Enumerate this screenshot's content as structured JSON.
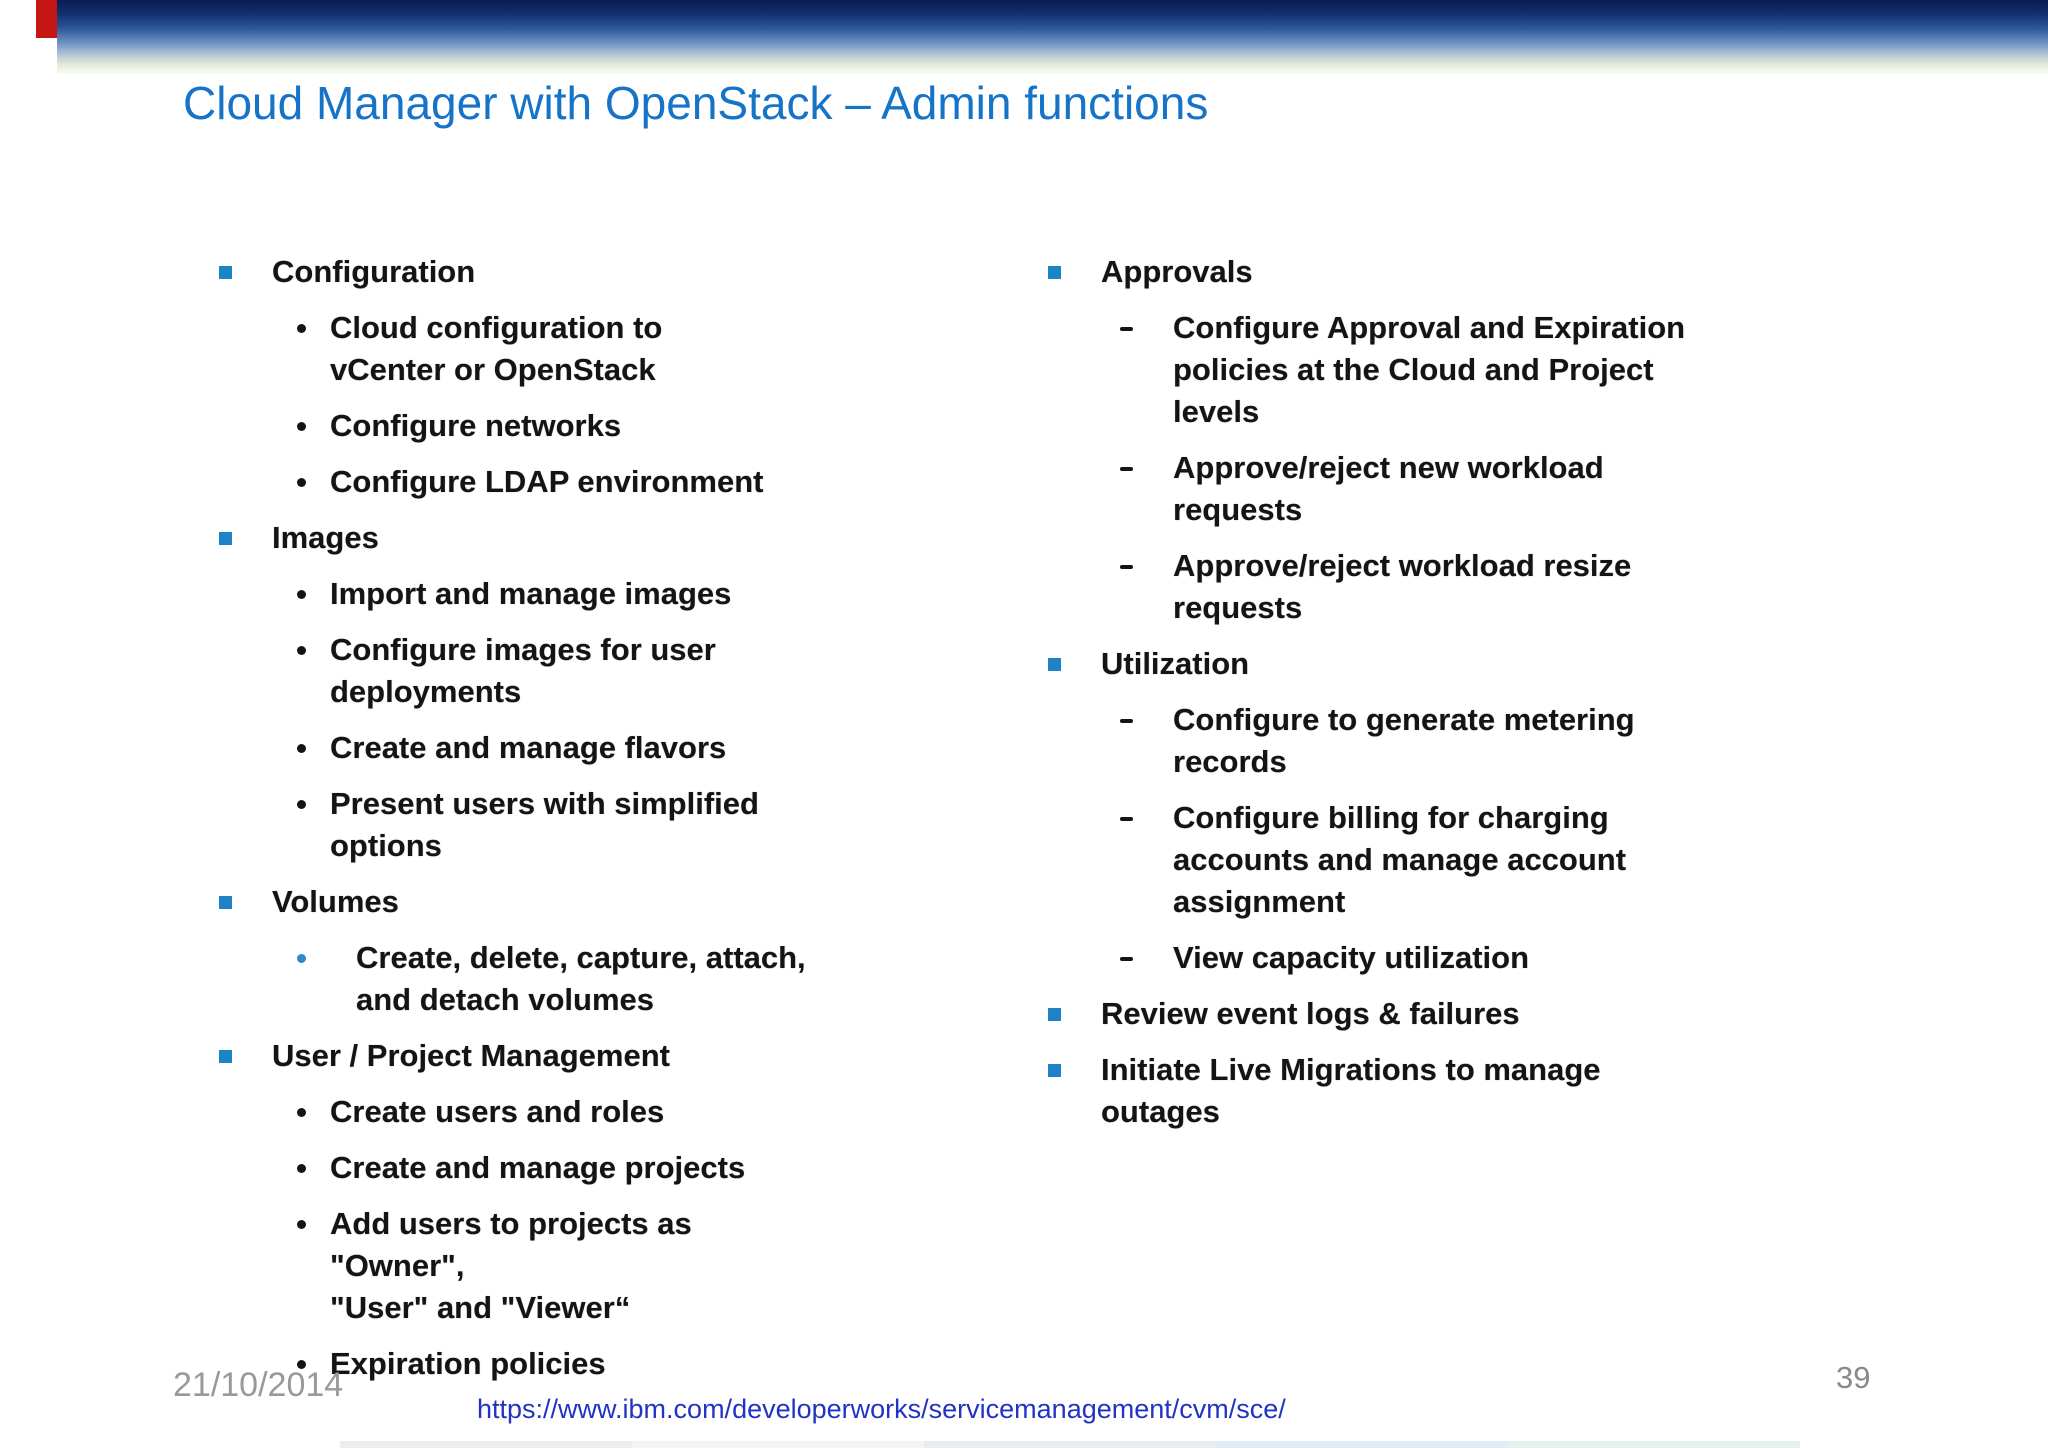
{
  "slide": {
    "title": "Cloud Manager with OpenStack – Admin functions",
    "colors": {
      "title_blue": "#1674c8",
      "bullet_blue": "#1d82c6",
      "sub_bullet_blue": "#2f87c9",
      "header_navy": "#0a1c55",
      "accent_red": "#c41414",
      "link_blue": "#2133c4",
      "footer_gray": "#999999",
      "body_text": "#141414"
    },
    "left_column": {
      "sections": [
        {
          "label": "Configuration",
          "items": [
            "Cloud configuration to\nvCenter or OpenStack",
            "Configure networks",
            "Configure LDAP environment"
          ]
        },
        {
          "label": "Images",
          "items": [
            "Import and manage images",
            "Configure images for user\ndeployments",
            "Create and manage flavors",
            "Present users with simplified\noptions"
          ]
        },
        {
          "label": "Volumes",
          "items": [
            "Create, delete, capture, attach,\nand detach volumes"
          ]
        },
        {
          "label": "User / Project Management",
          "items": [
            "Create users and roles",
            "Create and manage projects",
            "Add users to projects as  \"Owner\",\n\"User\" and \"Viewer“",
            "Expiration policies"
          ]
        }
      ]
    },
    "right_column": {
      "sections": [
        {
          "label": "Approvals",
          "items": [
            "Configure Approval and Expiration\npolicies at the Cloud and Project\nlevels",
            "Approve/reject new workload\nrequests",
            "Approve/reject workload resize\nrequests"
          ]
        },
        {
          "label": "Utilization",
          "items": [
            "Configure to generate metering\nrecords",
            "Configure billing for charging\naccounts and manage account\nassignment",
            "View capacity utilization"
          ]
        },
        {
          "label": "Review event logs & failures",
          "items": []
        },
        {
          "label": "Initiate Live Migrations to manage\noutages",
          "items": []
        }
      ]
    },
    "footer": {
      "date": "21/10/2014",
      "link": "https://www.ibm.com/developerworks/servicemanagement/cvm/sce/",
      "page_number": "39"
    }
  }
}
